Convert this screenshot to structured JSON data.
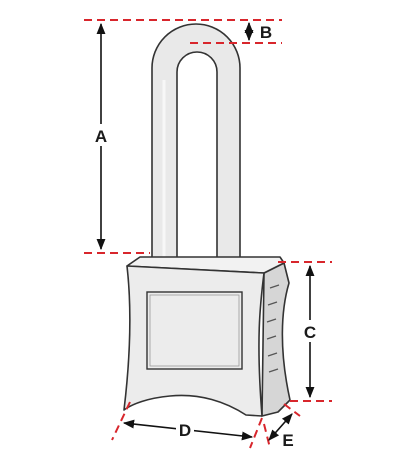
{
  "diagram": {
    "labels": {
      "a": "A",
      "b": "B",
      "c": "C",
      "d": "D",
      "e": "E"
    },
    "colors": {
      "dashed_line": "#d8262c",
      "arrow": "#111111",
      "body_fill": "#ececec",
      "body_stroke": "#333333",
      "shackle_fill": "#e9e9e9"
    }
  }
}
